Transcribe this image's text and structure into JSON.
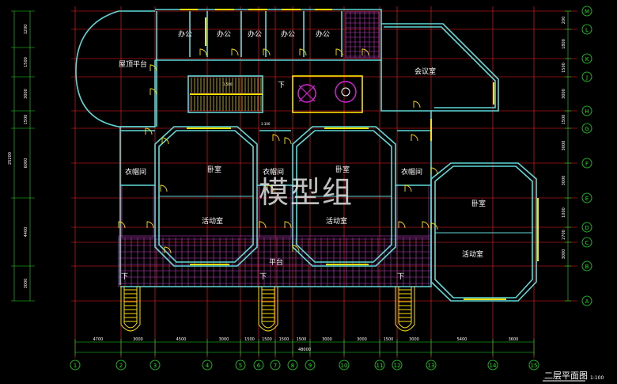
{
  "title": "二层平面图",
  "scale": "1:100",
  "watermark": "模型组",
  "rooms": {
    "office": "办公",
    "roof_platform": "屋顶平台",
    "meeting": "会议室",
    "cloakroom": "衣帽间",
    "bedroom": "卧室",
    "activity": "活动室",
    "platform": "平台",
    "down": "下"
  },
  "grid_cols": [
    "1",
    "2",
    "3",
    "4",
    "5",
    "6",
    "7",
    "8",
    "9",
    "10",
    "11",
    "12",
    "13",
    "14",
    "15"
  ],
  "grid_rows": [
    "M",
    "L",
    "K",
    "J",
    "H",
    "G",
    "F",
    "E",
    "D",
    "C",
    "B",
    "A"
  ],
  "dims_bottom": [
    "4700",
    "3000",
    "4500",
    "3000",
    "1500",
    "1500",
    "1500",
    "1500",
    "3000",
    "3000",
    "1500",
    "3000",
    "5400",
    "3600"
  ],
  "dim_total": "48000",
  "dims_left": [
    "1200",
    "1500",
    "3000",
    "1500",
    "6000",
    "4400",
    "3000"
  ],
  "dim_left_total": "25200",
  "dims_right": [
    "200",
    "1800",
    "1500",
    "3000",
    "1500",
    "3000",
    "3000",
    "1000",
    "2700",
    "3000"
  ],
  "stair_label": "1.500",
  "level_mark": "3.300",
  "colors": {
    "wall": "#5fd8d8",
    "grid": "#ff2020",
    "dim": "#20e020",
    "text": "#ffffff",
    "window": "#ffe000",
    "tile": "#c040c0",
    "watermark": "#e0e0e0"
  }
}
